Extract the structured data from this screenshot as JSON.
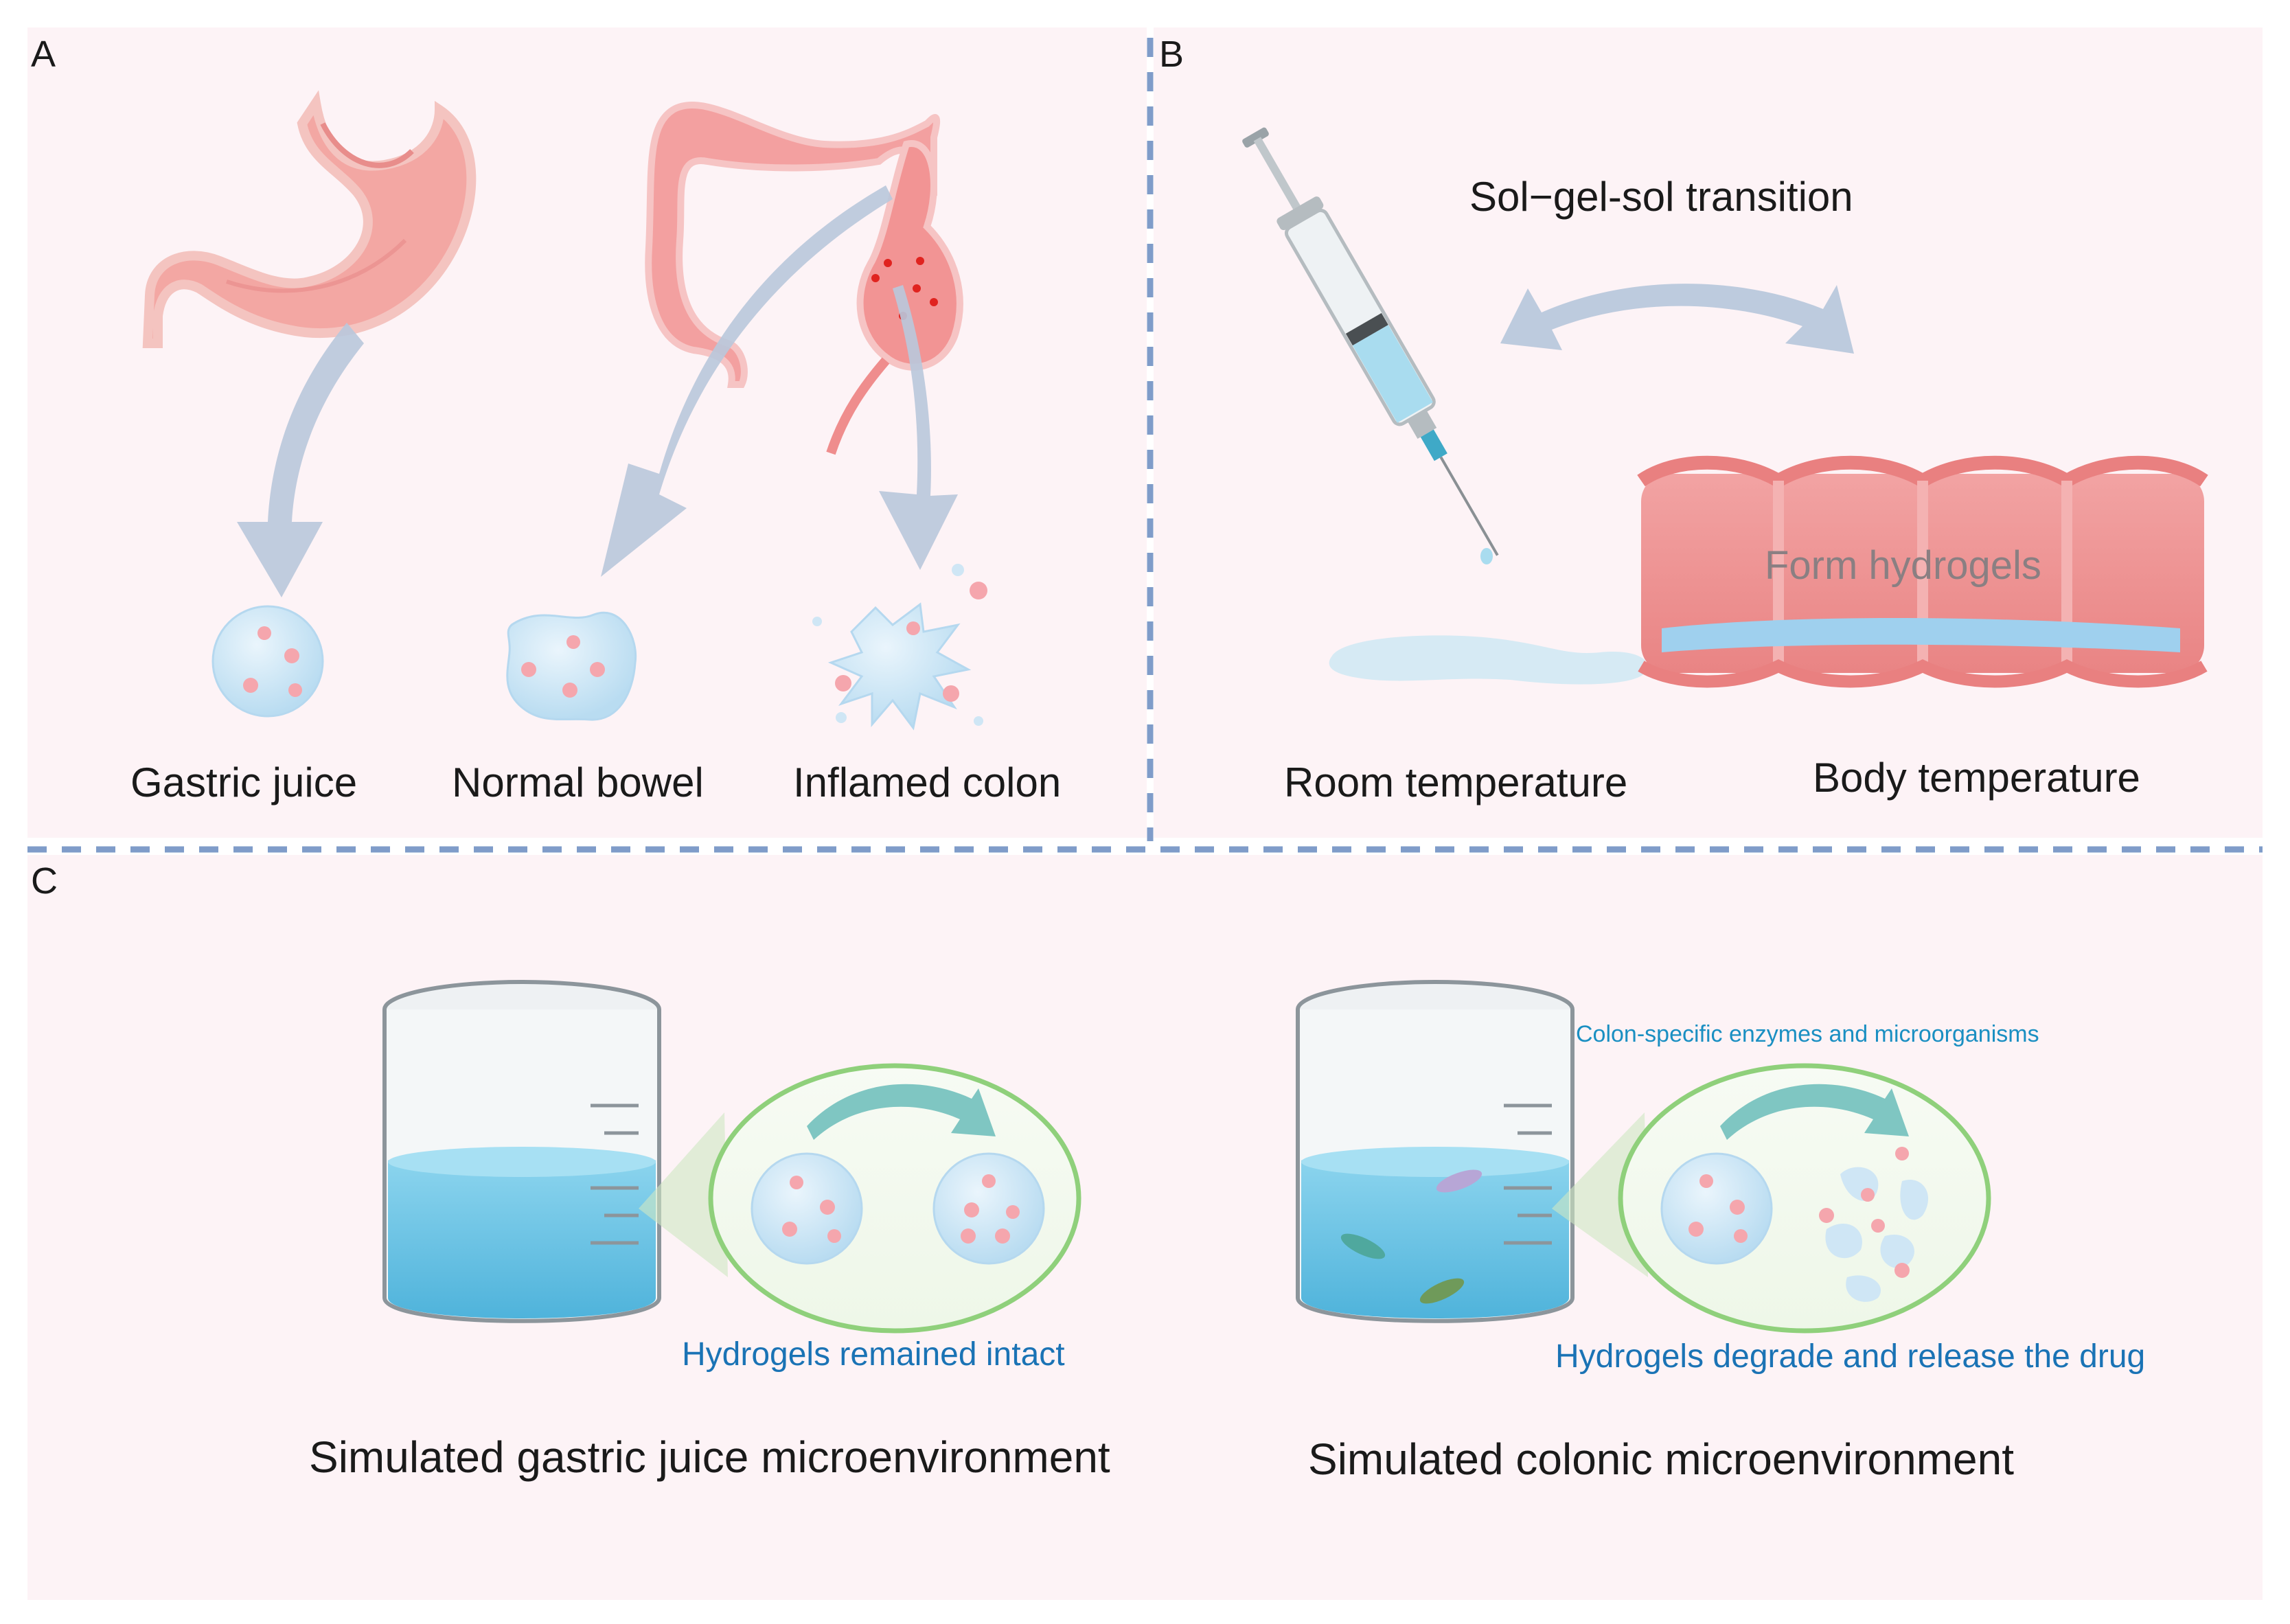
{
  "panels": {
    "a": {
      "letter": "A",
      "labels": [
        "Gastric juice",
        "Normal bowel",
        "Inflamed colon"
      ]
    },
    "b": {
      "letter": "B",
      "title": "Sol−gel-sol transition",
      "overlay": "Form hydrogels",
      "labels": [
        "Room temperature",
        "Body temperature"
      ]
    },
    "c": {
      "letter": "C",
      "enzymes_note": "Colon-specific enzymes and microorganisms",
      "left_note": "Hydrogels remained intact",
      "right_note": "Hydrogels degrade and release the drug",
      "left_caption": "Simulated gastric juice microenvironment",
      "right_caption": "Simulated colonic microenvironment"
    }
  },
  "colors": {
    "background_panel": "#fdf3f6",
    "divider": "#7f9cc9",
    "arrow": "#b9c8dc",
    "organ": "#f08a8a",
    "hydrogel": "#cfe6f5",
    "beaker_liquid": "#6cc6e6",
    "zoom_circle": "#8fd07b",
    "blue_text": "#1a73b5"
  }
}
